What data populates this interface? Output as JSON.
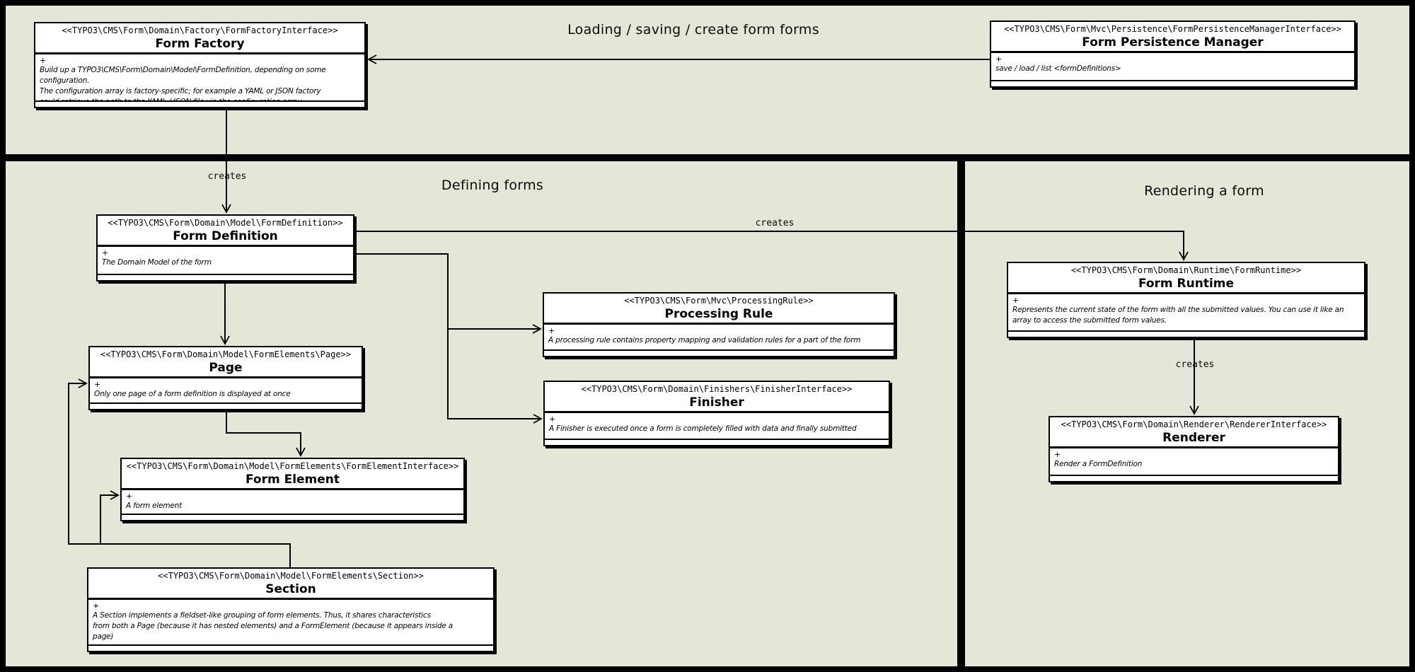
{
  "diagram": {
    "sections": {
      "top": {
        "title": "Loading / saving / create form forms"
      },
      "defining": {
        "title": "Defining forms"
      },
      "rendering": {
        "title": "Rendering a form"
      }
    },
    "edge_labels": {
      "factory_to_definition": "creates",
      "definition_to_runtime": "creates",
      "runtime_to_renderer": "creates"
    },
    "classes": {
      "form_factory": {
        "stereotype": "<<TYPO3\\CMS\\Form\\Domain\\Factory\\FormFactoryInterface>>",
        "name": "Form Factory",
        "visibility": "+",
        "description": "Build up a TYPO3\\CMS\\Form\\Domain\\Model\\FormDefinition, depending on some configuration.\nThe configuration array is factory-specific; for example a YAML or JSON factory\ncould retrieve the path to the YAML / JSON file via the configuration array."
      },
      "form_persistence_manager": {
        "stereotype": "<<TYPO3\\CMS\\Form\\Mvc\\Persistence\\FormPersistenceManagerInterface>>",
        "name": "Form Persistence Manager",
        "visibility": "+",
        "description": "save / load / list <formDefinitions>"
      },
      "form_definition": {
        "stereotype": "<<TYPO3\\CMS\\Form\\Domain\\Model\\FormDefinition>>",
        "name": "Form Definition",
        "visibility": "+",
        "description": "The Domain Model of the form"
      },
      "page": {
        "stereotype": "<<TYPO3\\CMS\\Form\\Domain\\Model\\FormElements\\Page>>",
        "name": "Page",
        "visibility": "+",
        "description": "Only one page of a form definition is displayed at once"
      },
      "form_element": {
        "stereotype": "<<TYPO3\\CMS\\Form\\Domain\\Model\\FormElements\\FormElementInterface>>",
        "name": "Form Element",
        "visibility": "+",
        "description": "A form element"
      },
      "section": {
        "stereotype": "<<TYPO3\\CMS\\Form\\Domain\\Model\\FormElements\\Section>>",
        "name": "Section",
        "visibility": "+",
        "description": "A Section implements a fieldset-like grouping of form elements. Thus, it shares characteristics\nfrom both a Page (because it has nested elements) and a FormElement (because it appears inside a\npage)"
      },
      "processing_rule": {
        "stereotype": "<<TYPO3\\CMS\\Form\\Mvc\\ProcessingRule>>",
        "name": "Processing Rule",
        "visibility": "+",
        "description": "A processing rule contains property mapping and validation rules for a part of the form"
      },
      "finisher": {
        "stereotype": "<<TYPO3\\CMS\\Form\\Domain\\Finishers\\FinisherInterface>>",
        "name": "Finisher",
        "visibility": "+",
        "description": "A Finisher is executed once a form is completely filled with data and finally submitted"
      },
      "form_runtime": {
        "stereotype": "<<TYPO3\\CMS\\Form\\Domain\\Runtime\\FormRuntime>>",
        "name": "Form Runtime",
        "visibility": "+",
        "description": "Represents the current state of the form with all the submitted values. You can use it like an\narray to access the submitted form values."
      },
      "renderer": {
        "stereotype": "<<TYPO3\\CMS\\Form\\Domain\\Renderer\\RendererInterface>>",
        "name": "Renderer",
        "visibility": "+",
        "description": "Render a FormDefinition"
      }
    },
    "colors": {
      "background": "#e4e7d7",
      "box_fill": "#ffffff",
      "line": "#000000"
    }
  }
}
